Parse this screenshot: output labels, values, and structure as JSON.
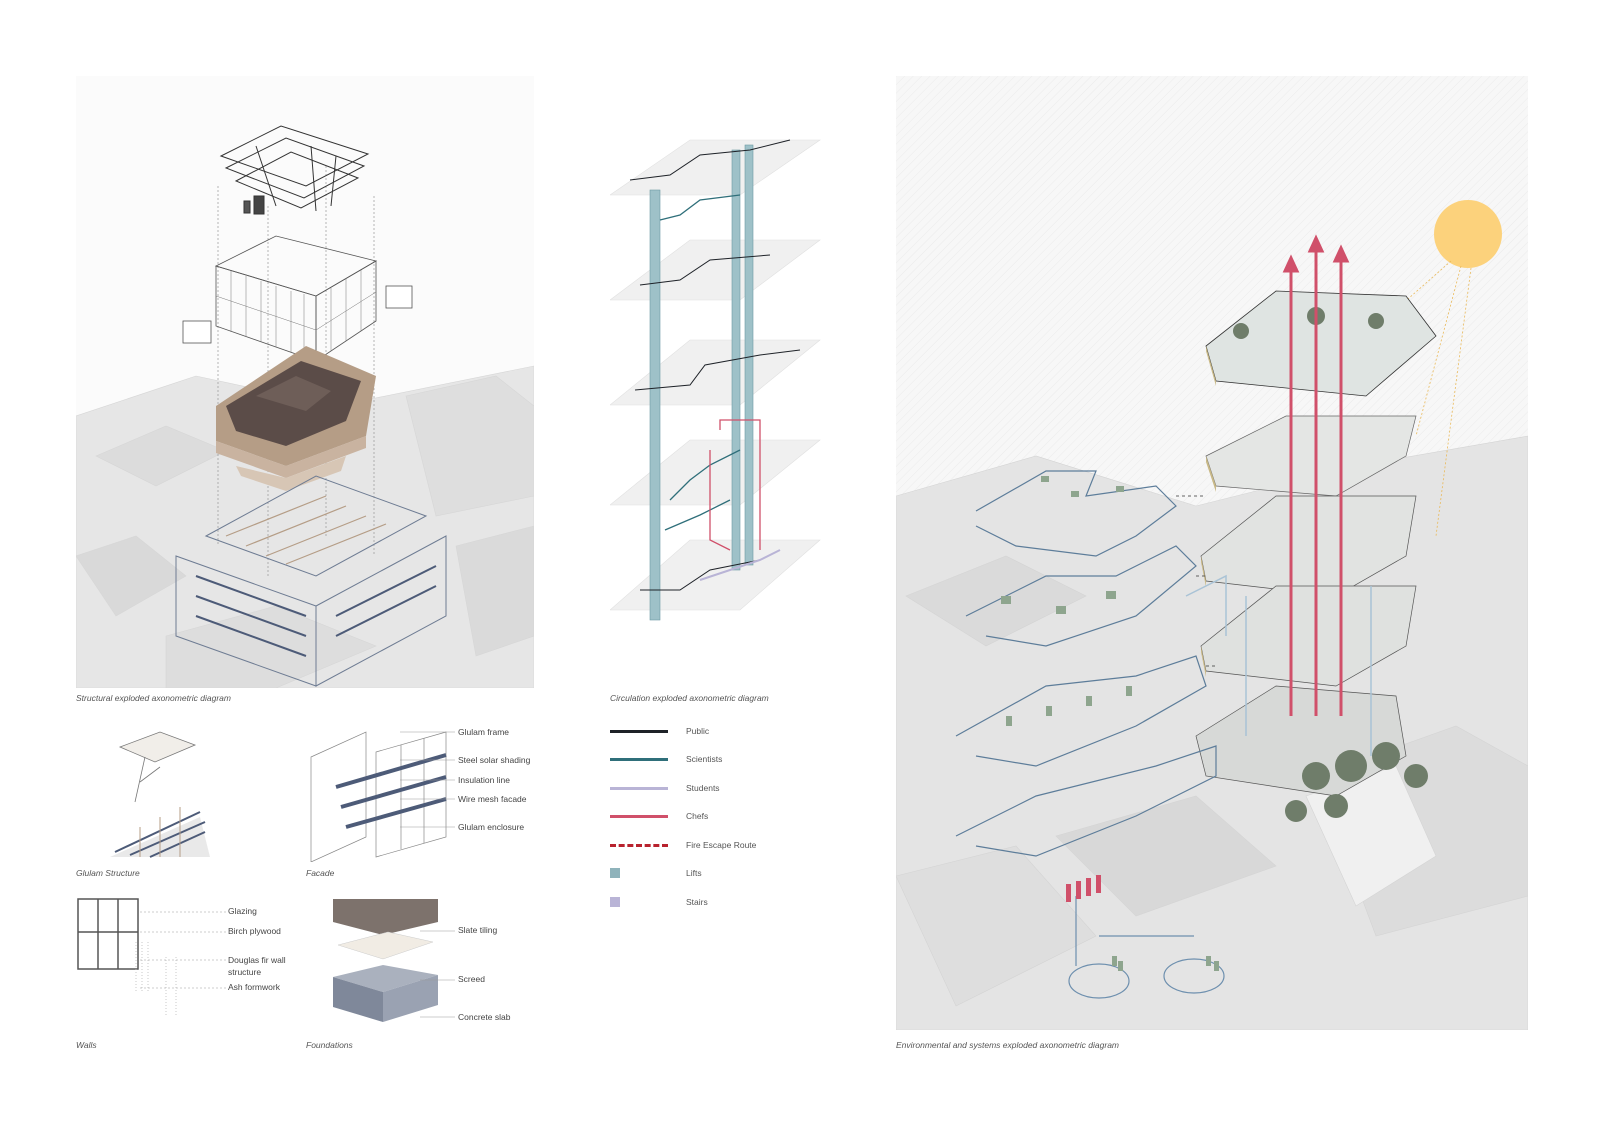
{
  "captions": {
    "structural": "Structural exploded axonometric diagram",
    "circulation": "Circulation exploded axonometric diagram",
    "glulam": "Glulam Structure",
    "facade": "Facade",
    "walls": "Walls",
    "foundations": "Foundations",
    "environmental": "Environmental and systems exploded axonometric diagram"
  },
  "facade_annotations": [
    "Glulam frame",
    "Steel solar shading",
    "Insulation line",
    "Wire mesh facade",
    "Glulam enclosure"
  ],
  "walls_annotations": [
    "Glazing",
    "Birch plywood",
    "Douglas fir wall structure",
    "Ash formwork"
  ],
  "foundation_annotations": [
    "Slate tiling",
    "Screed",
    "Concrete slab"
  ],
  "legend": [
    {
      "label": "Public",
      "color": "#1e2228",
      "style": "line"
    },
    {
      "label": "Scientists",
      "color": "#2f6f7a",
      "style": "line"
    },
    {
      "label": "Students",
      "color": "#b9b4d6",
      "style": "line"
    },
    {
      "label": "Chefs",
      "color": "#d0506a",
      "style": "line"
    },
    {
      "label": "Fire Escape Route",
      "color": "#b8222e",
      "style": "dashed"
    },
    {
      "label": "Lifts",
      "color": "#8fb3bb",
      "style": "square"
    },
    {
      "label": "Stairs",
      "color": "#b9b4d6",
      "style": "square"
    }
  ],
  "colors": {
    "sun": "#fcd27c",
    "city": "#e9e9e9",
    "timber": "#b59d86",
    "roof": "#5b4c48",
    "lift": "#9ec1c8",
    "chef_route": "#d0506a",
    "greenery": "#6f7d6a"
  }
}
